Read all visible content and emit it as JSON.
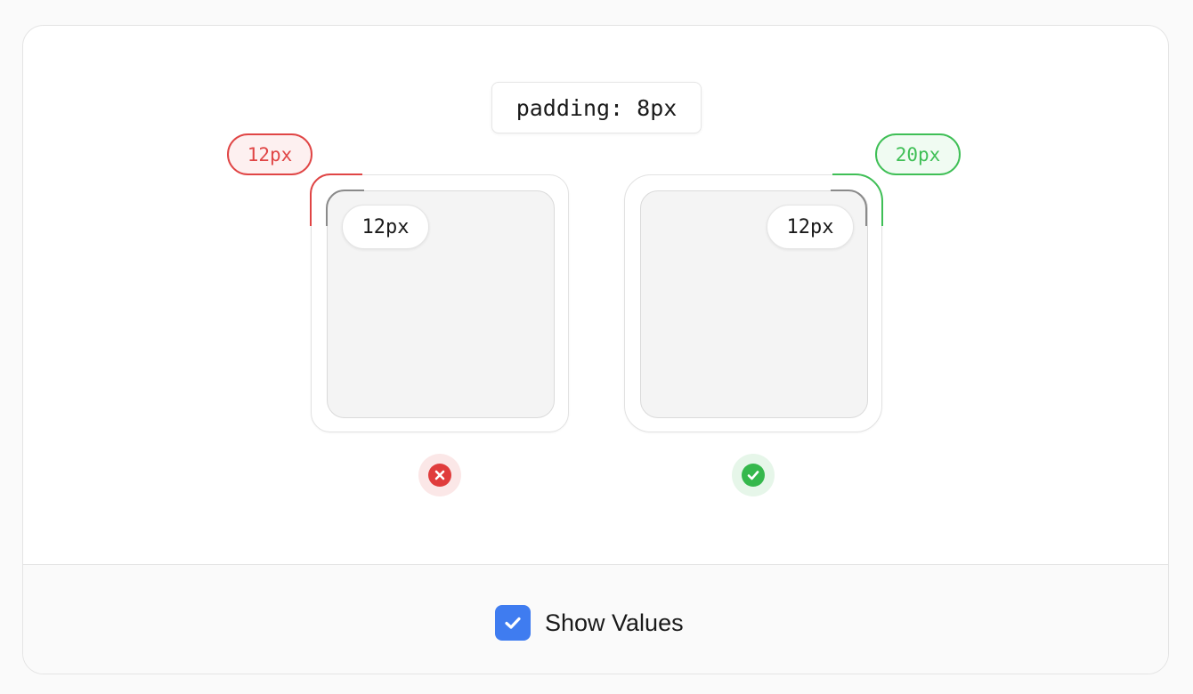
{
  "padding_label": "padding: 8px",
  "examples": [
    {
      "id": "incorrect",
      "outer_radius_label": "12px",
      "inner_radius_label": "12px",
      "status": "incorrect",
      "status_icon": "x-icon",
      "accent_color": "#e04545"
    },
    {
      "id": "correct",
      "outer_radius_label": "20px",
      "inner_radius_label": "12px",
      "status": "correct",
      "status_icon": "check-icon",
      "accent_color": "#3fbf56"
    }
  ],
  "controls": {
    "show_values_label": "Show Values",
    "show_values_checked": true
  },
  "colors": {
    "checkbox": "#3f7cf0",
    "inner_arc": "#8a8a8a"
  }
}
